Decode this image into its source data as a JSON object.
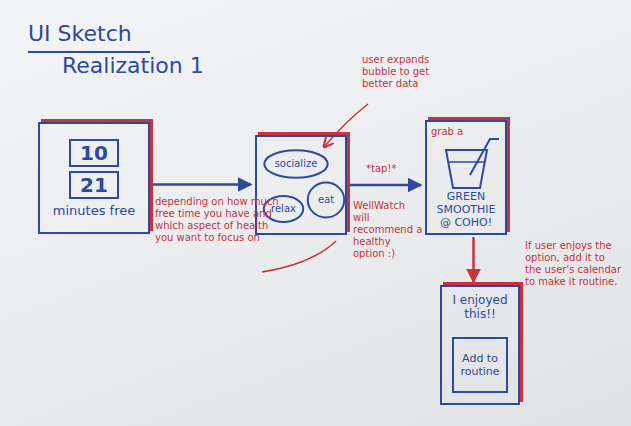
{
  "diagram": {
    "title": "UI Sketch Realization 1",
    "nodes": [
      {
        "text": [
          "10",
          "21",
          "minutes free"
        ]
      },
      {
        "text": []
      },
      {
        "text": [
          "socialize"
        ],
        "in": 1
      },
      {
        "text": [
          "eat"
        ],
        "in": 1
      },
      {
        "text": [
          "relax"
        ],
        "in": 1
      },
      {
        "text": [
          "grab a",
          "GREEN SMOOTHIE @ COHO!"
        ]
      },
      {
        "text": [
          "I enjoyed this!!"
        ]
      },
      {
        "text": [
          "Add to routine"
        ],
        "in": 6
      }
    ],
    "edges": [
      {
        "from": 0,
        "to": 1,
        "arrow": "to",
        "label": "depending on how much free time you have and which aspect of health you want to focus on"
      },
      {
        "from": 1,
        "to": 5,
        "arrow": "to",
        "label": "*tap!*"
      },
      {
        "from": 5,
        "to": 6,
        "arrow": "to"
      }
    ],
    "labels": [
      "user expands bubble to get better data",
      "WellWatch will recommend a healthy option :)",
      "If user enjoys the option, add it to the user's calendar to make it routine."
    ]
  }
}
